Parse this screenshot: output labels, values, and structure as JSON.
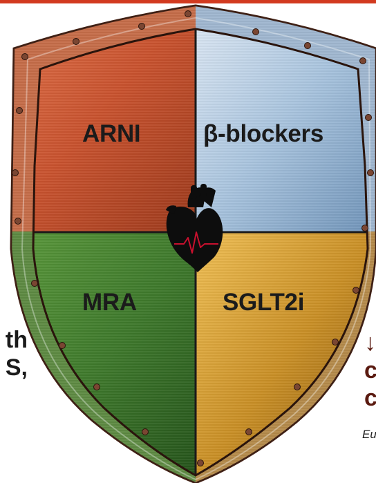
{
  "quadrants": {
    "top_left": "ARNI",
    "top_right": "β-blockers",
    "bottom_left": "MRA",
    "bottom_right": "SGLT2i"
  },
  "edge_text_left": [
    "th",
    "S,"
  ],
  "edge_text_right": [
    "↓",
    "c",
    "c"
  ],
  "edge_citation_right": "Eu",
  "colors": {
    "top_left": "#c8522e",
    "top_right": "#a9c4de",
    "bottom_left": "#3f7a2c",
    "bottom_right": "#c98f26",
    "frame": "#b5806a",
    "accent_red": "#d23a1f"
  },
  "icons": {
    "center": "heart-icon",
    "ecg": "heartbeat-line-icon"
  }
}
